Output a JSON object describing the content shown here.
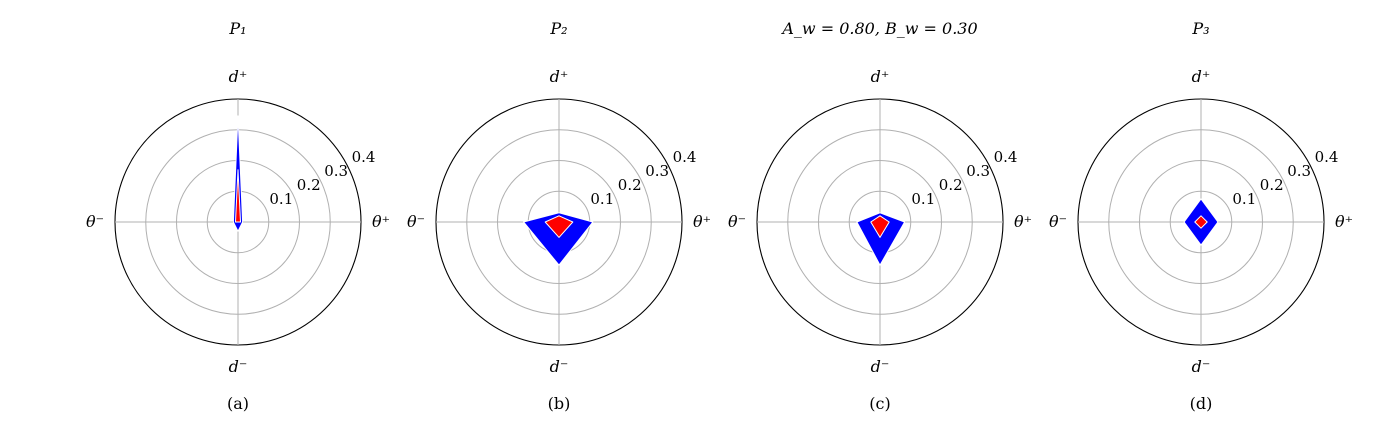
{
  "chart_data": [
    {
      "type": "radar",
      "title": "P₁",
      "caption": "(a)",
      "axes": [
        "d⁺",
        "θ⁺",
        "d⁻",
        "θ⁻"
      ],
      "radial_ticks": [
        0.1,
        0.2,
        0.3,
        0.4
      ],
      "rlim": [
        0,
        0.4
      ],
      "grid": true,
      "series": [
        {
          "color": "#0000ff",
          "values": [
            0.345,
            0.015,
            0.03,
            0.015
          ]
        },
        {
          "color": "#ff0000",
          "values": [
            0.17,
            0.008,
            0.0,
            0.008
          ]
        }
      ]
    },
    {
      "type": "radar",
      "title": "P₂",
      "caption": "(b)",
      "axes": [
        "d⁺",
        "θ⁺",
        "d⁻",
        "θ⁻"
      ],
      "radial_ticks": [
        0.1,
        0.2,
        0.3,
        0.4
      ],
      "rlim": [
        0,
        0.4
      ],
      "grid": true,
      "series": [
        {
          "color": "#0000ff",
          "values": [
            0.03,
            0.11,
            0.14,
            0.115
          ]
        },
        {
          "color": "#ff0000",
          "values": [
            0.02,
            0.045,
            0.05,
            0.045
          ]
        }
      ]
    },
    {
      "type": "radar",
      "title": "A_w = 0.80, B_w = 0.30",
      "caption": "(c)",
      "axes": [
        "d⁺",
        "θ⁺",
        "d⁻",
        "θ⁻"
      ],
      "radial_ticks": [
        0.1,
        0.2,
        0.3,
        0.4
      ],
      "rlim": [
        0,
        0.4
      ],
      "grid": true,
      "series": [
        {
          "color": "#0000ff",
          "values": [
            0.03,
            0.08,
            0.14,
            0.075
          ]
        },
        {
          "color": "#ff0000",
          "values": [
            0.02,
            0.03,
            0.05,
            0.03
          ]
        }
      ]
    },
    {
      "type": "radar",
      "title": "P₃",
      "caption": "(d)",
      "axes": [
        "d⁺",
        "θ⁺",
        "d⁻",
        "θ⁻"
      ],
      "radial_ticks": [
        0.1,
        0.2,
        0.3,
        0.4
      ],
      "rlim": [
        0,
        0.4
      ],
      "grid": true,
      "series": [
        {
          "color": "#0000ff",
          "values": [
            0.075,
            0.055,
            0.075,
            0.055
          ]
        },
        {
          "color": "#ff0000",
          "values": [
            0.02,
            0.02,
            0.02,
            0.02
          ]
        }
      ]
    }
  ]
}
